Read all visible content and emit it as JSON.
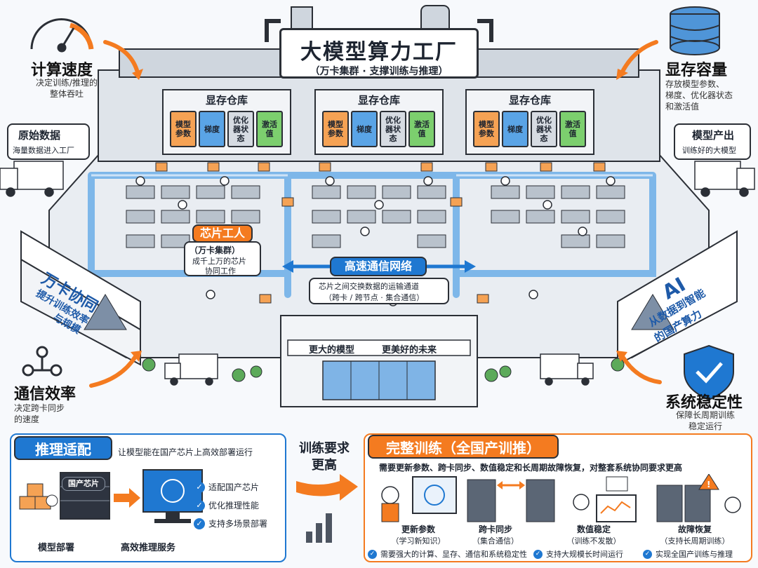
{
  "sign": {
    "title": "大模型算力工厂",
    "subtitle": "（万卡集群 · 支撑训练与推理）"
  },
  "warehouses": [
    {
      "title": "显存仓库",
      "slots": [
        "模型参数",
        "梯度",
        "优化器状态",
        "激活值"
      ]
    },
    {
      "title": "显存仓库",
      "slots": [
        "模型参数",
        "梯度",
        "优化器状态",
        "激活值"
      ]
    },
    {
      "title": "显存仓库",
      "slots": [
        "模型参数",
        "梯度",
        "优化器状态",
        "激活值"
      ]
    }
  ],
  "slot_colors": [
    "#f5a254",
    "#5aa4e6",
    "#d6dbe2",
    "#7ccf6e"
  ],
  "corners": {
    "speed": {
      "title": "计算速度",
      "desc1": "决定训练/推理的",
      "desc2": "整体吞吐"
    },
    "memory": {
      "title": "显存容量",
      "desc1": "存放模型参数、",
      "desc2": "梯度、优化器状态",
      "desc3": "和激活值"
    },
    "comm": {
      "title": "通信效率",
      "desc1": "决定跨卡同步",
      "desc2": "的速度"
    },
    "stability": {
      "title": "系统稳定性",
      "desc1": "保障长周期训练",
      "desc2": "稳定运行"
    }
  },
  "raw_data": {
    "title": "原始数据",
    "desc": "海量数据进入工厂"
  },
  "model_out": {
    "title": "模型产出",
    "desc": "训练好的大模型"
  },
  "wall_left": {
    "title": "万卡协同",
    "line1": "提升训练效率",
    "line2": "与规模"
  },
  "wall_right": {
    "title": "AI",
    "line1": "从数据到智能",
    "line2": "的国产算力"
  },
  "chip_workers": {
    "title": "芯片工人",
    "sub": "（万卡集群）",
    "desc1": "成千上万的芯片",
    "desc2": "协同工作"
  },
  "network": {
    "title": "高速通信网络",
    "desc1": "芯片之间交换数据的运输通道",
    "desc2": "（跨卡 / 跨节点 · 集合通信）"
  },
  "gate": {
    "left": "更大的模型",
    "right": "更美好的未来"
  },
  "inference": {
    "title": "推理适配",
    "desc": "让模型能在国产芯片上高效部署运行",
    "chip_label": "国产芯片",
    "left_caption": "模型部署",
    "right_caption": "高效推理服务",
    "checks": [
      "适配国产芯片",
      "优化推理性能",
      "支持多场景部署"
    ]
  },
  "middle_arrow": {
    "line1": "训练要求",
    "line2": "更高"
  },
  "training": {
    "title": "完整训练（全国产训推）",
    "desc": "需要更新参数、跨卡同步、数值稳定和长周期故障恢复，对整套系统协同要求更高",
    "steps": [
      {
        "name": "更新参数",
        "sub": "（学习新知识）"
      },
      {
        "name": "跨卡同步",
        "sub": "（集合通信）"
      },
      {
        "name": "数值稳定",
        "sub": "（训练不发散）"
      },
      {
        "name": "故障恢复",
        "sub": "（支持长周期训练）"
      }
    ],
    "checks": [
      "需要强大的计算、显存、通信和系统稳定性",
      "支持大规模长时间运行",
      "实现全国产训练与推理"
    ]
  },
  "colors": {
    "orange": "#f47b20",
    "blue": "#1f78d1",
    "dark": "#2b2f36"
  }
}
